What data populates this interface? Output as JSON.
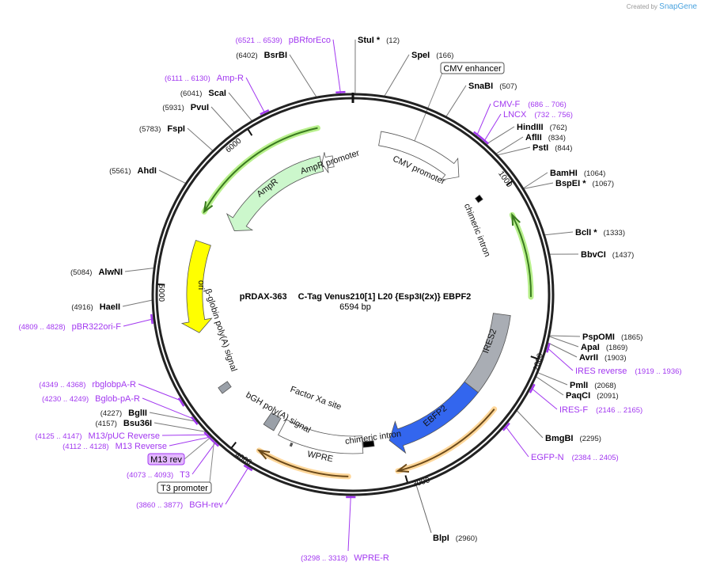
{
  "header": {
    "created_by": "Created by",
    "brand": "SnapGene"
  },
  "plasmid": {
    "name": "pRDAX-363",
    "description": "C-Tag Venus210[1] L20 {Esp3I(2x)} EBPF2",
    "length": "6594 bp",
    "total_bp": 6594
  },
  "sites": [
    {
      "name": "StuI *",
      "pos": "(12)",
      "bp": 12
    },
    {
      "name": "SpeI",
      "pos": "(166)",
      "bp": 166
    },
    {
      "name": "SnaBI",
      "pos": "(507)",
      "bp": 507
    },
    {
      "name": "HindIII",
      "pos": "(762)",
      "bp": 762
    },
    {
      "name": "AflII",
      "pos": "(834)",
      "bp": 834
    },
    {
      "name": "PstI",
      "pos": "(844)",
      "bp": 844
    },
    {
      "name": "BamHI",
      "pos": "(1064)",
      "bp": 1064
    },
    {
      "name": "BspEI *",
      "pos": "(1067)",
      "bp": 1067
    },
    {
      "name": "BclI *",
      "pos": "(1333)",
      "bp": 1333
    },
    {
      "name": "BbvCI",
      "pos": "(1437)",
      "bp": 1437
    },
    {
      "name": "PspOMI",
      "pos": "(1865)",
      "bp": 1865
    },
    {
      "name": "ApaI",
      "pos": "(1869)",
      "bp": 1869
    },
    {
      "name": "AvrII",
      "pos": "(1903)",
      "bp": 1903
    },
    {
      "name": "PmlI",
      "pos": "(2068)",
      "bp": 2068
    },
    {
      "name": "PaqCI",
      "pos": "(2091)",
      "bp": 2091
    },
    {
      "name": "BmgBI",
      "pos": "(2295)",
      "bp": 2295
    },
    {
      "name": "BlpI",
      "pos": "(2960)",
      "bp": 2960
    },
    {
      "name": "Bsu36I",
      "pos": "(4157)",
      "bp": 4157
    },
    {
      "name": "BglII",
      "pos": "(4227)",
      "bp": 4227
    },
    {
      "name": "HaeII",
      "pos": "(4916)",
      "bp": 4916
    },
    {
      "name": "AlwNI",
      "pos": "(5084)",
      "bp": 5084
    },
    {
      "name": "AhdI",
      "pos": "(5561)",
      "bp": 5561
    },
    {
      "name": "FspI",
      "pos": "(5783)",
      "bp": 5783
    },
    {
      "name": "PvuI",
      "pos": "(5931)",
      "bp": 5931
    },
    {
      "name": "ScaI",
      "pos": "(6041)",
      "bp": 6041
    },
    {
      "name": "BsrBI",
      "pos": "(6402)",
      "bp": 6402
    }
  ],
  "primers": [
    {
      "name": "CMV-F",
      "range": "(686 .. 706)",
      "bp": 696
    },
    {
      "name": "LNCX",
      "range": "(732 .. 756)",
      "bp": 744
    },
    {
      "name": "IRES reverse",
      "range": "(1919 .. 1936)",
      "bp": 1928
    },
    {
      "name": "IRES-F",
      "range": "(2146 .. 2165)",
      "bp": 2155
    },
    {
      "name": "EGFP-N",
      "range": "(2384 .. 2405)",
      "bp": 2395
    },
    {
      "name": "WPRE-R",
      "range": "(3298 .. 3318)",
      "bp": 3308
    },
    {
      "name": "BGH-rev",
      "range": "(3860 .. 3877)",
      "bp": 3868
    },
    {
      "name": "T3",
      "range": "(4073 .. 4093)",
      "bp": 4083
    },
    {
      "name": "M13 Reverse",
      "range": "(4112 .. 4128)",
      "bp": 4120
    },
    {
      "name": "M13/pUC Reverse",
      "range": "(4125 .. 4147)",
      "bp": 4136
    },
    {
      "name": "Bglob-pA-R",
      "range": "(4230 .. 4249)",
      "bp": 4240
    },
    {
      "name": "rbglobpA-R",
      "range": "(4349 .. 4368)",
      "bp": 4358
    },
    {
      "name": "pBR322ori-F",
      "range": "(4809 .. 4828)",
      "bp": 4818
    },
    {
      "name": "Amp-R",
      "range": "(6111 .. 6130)",
      "bp": 6120
    },
    {
      "name": "pBRforEco",
      "range": "(6521 .. 6539)",
      "bp": 6530
    }
  ],
  "boxed_labels": [
    {
      "text": "CMV enhancer",
      "bp": 400
    },
    {
      "text": "M13 rev",
      "bp": 4120
    },
    {
      "text": "T3 promoter",
      "bp": 4090
    }
  ],
  "features": [
    {
      "label": "CMV promoter",
      "start": 180,
      "end": 770,
      "direction": "forward",
      "color": "#ffffff"
    },
    {
      "label": "chimeric intron",
      "start": 950,
      "end": 985,
      "direction": "none",
      "color": "#000000"
    },
    {
      "label": "",
      "start": 1162,
      "end": 1663,
      "direction": "reverse",
      "color": "#3a7a1f",
      "highlight": "#b8f08c"
    },
    {
      "label": "IRES2",
      "start": 1788,
      "end": 2345,
      "direction": "none",
      "color": "#a9adb4"
    },
    {
      "label": "EBFP2",
      "start": 2345,
      "end": 3040,
      "direction": "forward",
      "color": "#3366ee"
    },
    {
      "label": "chimeric intron",
      "start": 3150,
      "end": 3225,
      "direction": "none",
      "color": "#000000"
    },
    {
      "label": "WPRE",
      "start": 3230,
      "end": 3810,
      "direction": "none",
      "color": "#ffffff"
    },
    {
      "label": "bGH poly(A) signal",
      "start": 3850,
      "end": 3930,
      "direction": "none",
      "color": "#9aa0a8"
    },
    {
      "label": "",
      "start": 2363,
      "end": 3035,
      "direction": "forward",
      "color": "#6b4a1a",
      "highlight": "#ffd79a"
    },
    {
      "label": "",
      "start": 3323,
      "end": 3866,
      "direction": "forward",
      "color": "#6b4a1a",
      "highlight": "#ffd79a"
    },
    {
      "label": "β-globin poly(A) signal",
      "start": 4265,
      "end": 4310,
      "direction": "none",
      "color": "#9aa0a8"
    },
    {
      "label": "ori",
      "start": 4690,
      "end": 5294,
      "direction": "reverse",
      "color": "#ffff00"
    },
    {
      "label": "AmpR",
      "start": 5463,
      "end": 6347,
      "direction": "reverse",
      "color": "#ccf7cc"
    },
    {
      "label": "AmpR promoter",
      "start": 6350,
      "end": 6440,
      "direction": "reverse",
      "color": "#ffffff"
    },
    {
      "label": "",
      "start": 5478,
      "end": 6375,
      "direction": "reverse",
      "color": "#3a7a1f",
      "highlight": "#b8f08c"
    },
    {
      "label": "Factor Xa site",
      "start": 3700,
      "end": 3712,
      "direction": "none",
      "color": "#555555"
    }
  ],
  "ticks": [
    {
      "bp": 1000,
      "label": "1000"
    },
    {
      "bp": 2000,
      "label": "2000"
    },
    {
      "bp": 3000,
      "label": "3000"
    },
    {
      "bp": 4000,
      "label": "4000"
    },
    {
      "bp": 5000,
      "label": "5000"
    },
    {
      "bp": 6000,
      "label": "6000"
    }
  ]
}
